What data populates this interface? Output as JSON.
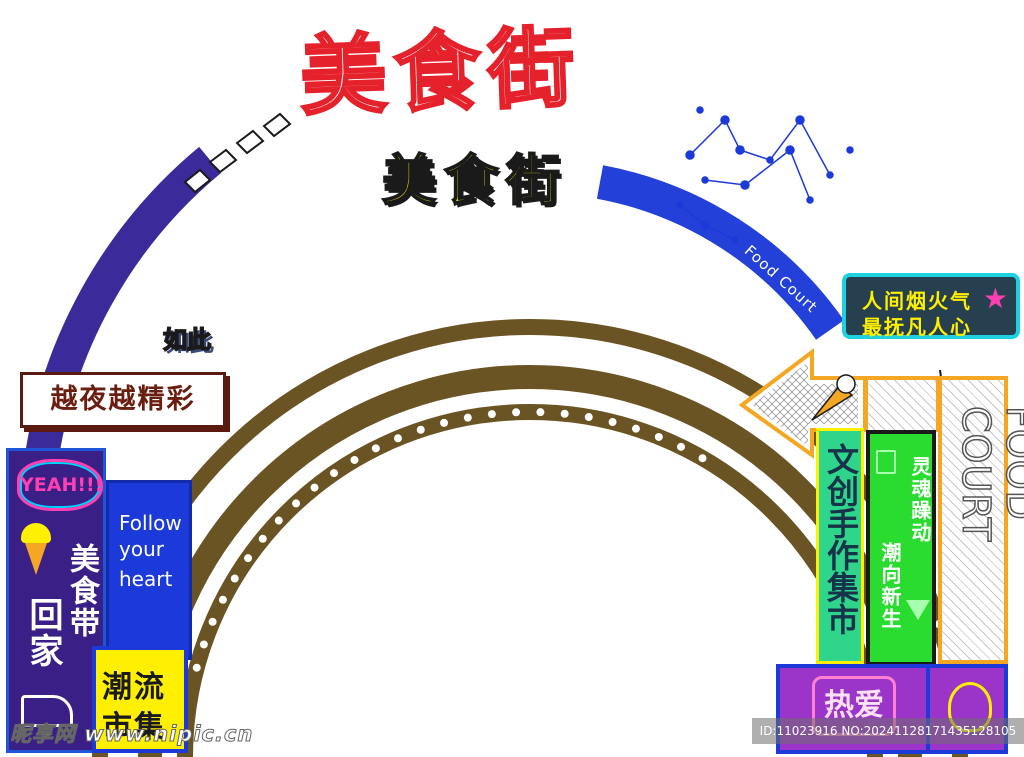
{
  "title": {
    "main": "美食街",
    "sub": "美食街"
  },
  "arch": {
    "star_collection": "Star Collection",
    "food_court": "Food Court"
  },
  "tags": {
    "ruci": "如此",
    "yueye": "越夜越精彩"
  },
  "left_panel": {
    "yeah": "YEAH!!!",
    "col1": "美食带",
    "col2": "回家"
  },
  "follow_panel": {
    "lines": [
      "Follow",
      "your",
      "heart"
    ]
  },
  "chao_panel": {
    "lines": [
      "潮流",
      "市集"
    ]
  },
  "neon_sign": {
    "lines": [
      "人间烟火气",
      "最抚凡人心"
    ]
  },
  "right_columns": {
    "green": "文创手作集市",
    "lime_1": "灵魂躁动",
    "lime_2": "潮向新生",
    "food_court_vertical": "FOOD COURT"
  },
  "bottom_bar": {
    "reai": "热爱"
  },
  "watermark": {
    "left": "昵享网 www.nipic.cn",
    "right": "ID:11023916 NO:20241128171435128105"
  },
  "colors": {
    "arch_brown": "#6b5423",
    "arch_blue": "#3a2a9a",
    "title_red": "#e5212b",
    "title_yellow": "#ffef00"
  }
}
